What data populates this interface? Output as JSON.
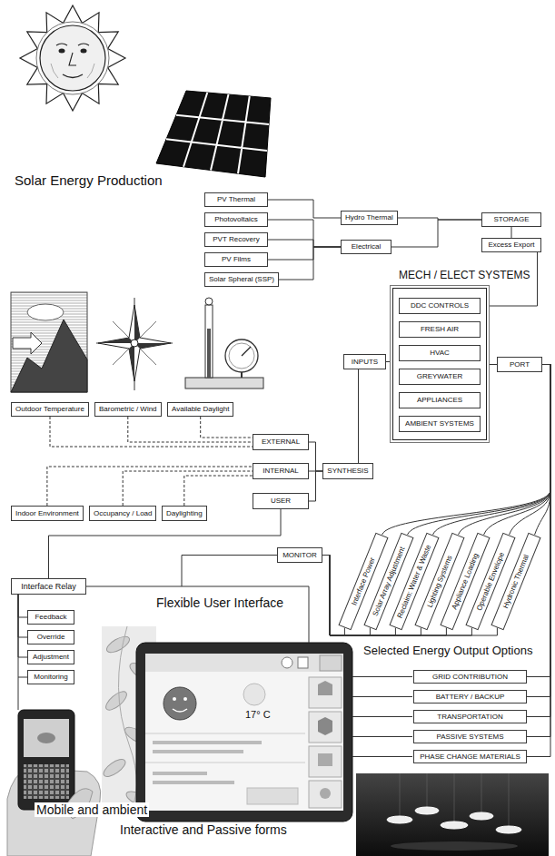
{
  "diagram": {
    "nodes": [
      {
        "text": [
          "PV Thermal"
        ]
      },
      {
        "text": [
          "Photovoltaics"
        ]
      },
      {
        "text": [
          "PVT Recovery"
        ]
      },
      {
        "text": [
          "PV Films"
        ]
      },
      {
        "text": [
          "Solar Spheral (SSP)"
        ]
      },
      {
        "text": [
          "Hydro Thermal"
        ]
      },
      {
        "text": [
          "Electrical"
        ]
      },
      {
        "text": [
          "STORAGE"
        ]
      },
      {
        "text": [
          "Excess Export"
        ]
      },
      {
        "text": [
          "MECH / ELECT SYSTEMS"
        ]
      },
      {
        "text": [
          "DDC CONTROLS"
        ],
        "in": 9
      },
      {
        "text": [
          "FRESH AIR"
        ],
        "in": 9
      },
      {
        "text": [
          "HVAC"
        ],
        "in": 9
      },
      {
        "text": [
          "GREYWATER"
        ],
        "in": 9
      },
      {
        "text": [
          "APPLIANCES"
        ],
        "in": 9
      },
      {
        "text": [
          "AMBIENT SYSTEMS"
        ],
        "in": 9
      },
      {
        "text": [
          "INPUTS"
        ]
      },
      {
        "text": [
          "PORT"
        ]
      },
      {
        "text": [
          "Outdoor Temperature"
        ]
      },
      {
        "text": [
          "Barometric / Wind"
        ]
      },
      {
        "text": [
          "Available Daylight"
        ]
      },
      {
        "text": [
          "EXTERNAL"
        ]
      },
      {
        "text": [
          "INTERNAL"
        ]
      },
      {
        "text": [
          "SYNTHESIS"
        ]
      },
      {
        "text": [
          "Indoor Environment"
        ]
      },
      {
        "text": [
          "Occupancy / Load"
        ]
      },
      {
        "text": [
          "Daylighting"
        ]
      },
      {
        "text": [
          "USER"
        ]
      },
      {
        "text": [
          "MONITOR"
        ]
      },
      {
        "text": [
          "Interface Relay"
        ]
      },
      {
        "text": [
          "Feedback"
        ]
      },
      {
        "text": [
          "Override"
        ]
      },
      {
        "text": [
          "Adjustment"
        ]
      },
      {
        "text": [
          "Monitoring"
        ]
      },
      {
        "text": [
          "Interface Power"
        ]
      },
      {
        "text": [
          "Solar Array Adjustment"
        ]
      },
      {
        "text": [
          "Reclaim: Water & Waste"
        ]
      },
      {
        "text": [
          "Lighting Systems"
        ]
      },
      {
        "text": [
          "Appliance Loading"
        ]
      },
      {
        "text": [
          "Operable Envelope"
        ]
      },
      {
        "text": [
          "Hydronic Thermal"
        ]
      },
      {
        "text": [
          "GRID CONTRIBUTION"
        ]
      },
      {
        "text": [
          "BATTERY / BACKUP"
        ]
      },
      {
        "text": [
          "TRANSPORTATION"
        ]
      },
      {
        "text": [
          "PASSIVE SYSTEMS"
        ]
      },
      {
        "text": [
          "PHASE CHANGE MATERIALS"
        ]
      }
    ],
    "edges": [
      {
        "from": 0,
        "to": 5,
        "arrow": "none"
      },
      {
        "from": 1,
        "to": 6,
        "arrow": "none"
      },
      {
        "from": 2,
        "to": 6,
        "arrow": "none"
      },
      {
        "from": 3,
        "to": 6,
        "arrow": "none"
      },
      {
        "from": 4,
        "to": 6,
        "arrow": "none"
      },
      {
        "from": 5,
        "to": 7,
        "arrow": "none"
      },
      {
        "from": 6,
        "to": 7,
        "arrow": "none"
      },
      {
        "from": 7,
        "to": 8,
        "arrow": "none"
      },
      {
        "from": 8,
        "to": 9,
        "arrow": "none"
      },
      {
        "from": 16,
        "to": 9,
        "arrow": "none"
      },
      {
        "from": 9,
        "to": 17,
        "arrow": "none"
      },
      {
        "from": 16,
        "to": 23,
        "arrow": "none"
      },
      {
        "from": 18,
        "to": 21,
        "arrow": "none"
      },
      {
        "from": 19,
        "to": 21,
        "arrow": "none"
      },
      {
        "from": 20,
        "to": 21,
        "arrow": "none"
      },
      {
        "from": 21,
        "to": 23,
        "arrow": "none"
      },
      {
        "from": 22,
        "to": 23,
        "arrow": "none"
      },
      {
        "from": 27,
        "to": 23,
        "arrow": "none"
      },
      {
        "from": 24,
        "to": 22,
        "arrow": "none"
      },
      {
        "from": 25,
        "to": 22,
        "arrow": "none"
      },
      {
        "from": 26,
        "to": 22,
        "arrow": "none"
      },
      {
        "from": 27,
        "to": 29,
        "arrow": "none"
      },
      {
        "from": 28,
        "to": 29,
        "arrow": "none"
      },
      {
        "from": 29,
        "to": 30,
        "arrow": "none"
      },
      {
        "from": 29,
        "to": 31,
        "arrow": "none"
      },
      {
        "from": 29,
        "to": 32,
        "arrow": "none"
      },
      {
        "from": 29,
        "to": 33,
        "arrow": "none"
      },
      {
        "from": 17,
        "to": 34,
        "arrow": "none"
      },
      {
        "from": 17,
        "to": 35,
        "arrow": "none"
      },
      {
        "from": 17,
        "to": 36,
        "arrow": "none"
      },
      {
        "from": 17,
        "to": 37,
        "arrow": "none"
      },
      {
        "from": 17,
        "to": 38,
        "arrow": "none"
      },
      {
        "from": 17,
        "to": 39,
        "arrow": "none"
      },
      {
        "from": 17,
        "to": 40,
        "arrow": "none"
      },
      {
        "from": 28,
        "to": 34,
        "arrow": "none"
      },
      {
        "from": 28,
        "to": 35,
        "arrow": "none"
      },
      {
        "from": 28,
        "to": 36,
        "arrow": "none"
      },
      {
        "from": 28,
        "to": 37,
        "arrow": "none"
      },
      {
        "from": 28,
        "to": 38,
        "arrow": "none"
      },
      {
        "from": 28,
        "to": 39,
        "arrow": "none"
      },
      {
        "from": 28,
        "to": 40,
        "arrow": "none"
      },
      {
        "from": 17,
        "to": 41,
        "arrow": "none"
      },
      {
        "from": 17,
        "to": 42,
        "arrow": "none"
      },
      {
        "from": 17,
        "to": 43,
        "arrow": "none"
      },
      {
        "from": 17,
        "to": 44,
        "arrow": "none"
      },
      {
        "from": 17,
        "to": 45,
        "arrow": "none"
      }
    ],
    "labels": [
      "Solar Energy Production",
      "Flexible User Interface",
      "Selected Energy Output Options",
      "17° C",
      "Mobile and ambient",
      "Interactive and Passive forms"
    ]
  }
}
